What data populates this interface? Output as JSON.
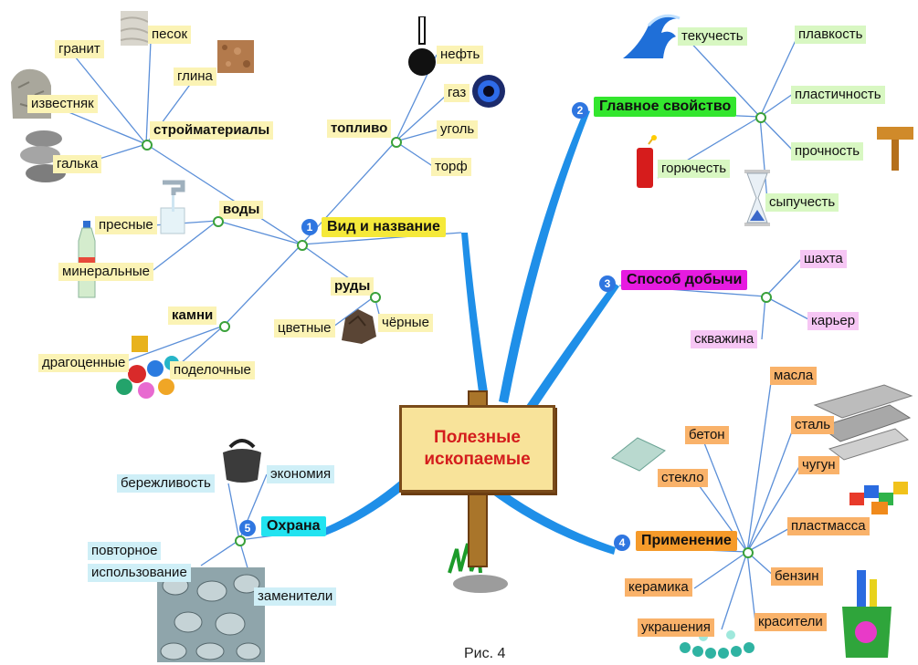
{
  "center": {
    "line1": "Полезные",
    "line2": "ископаемые"
  },
  "caption": "Рис. 4",
  "branches": {
    "b1": {
      "num": "1",
      "title": "Вид и название",
      "color": "#f5e93a"
    },
    "b2": {
      "num": "2",
      "title": "Главное свойство",
      "color": "#33e62e"
    },
    "b3": {
      "num": "3",
      "title": "Способ добычи",
      "color": "#e61be0"
    },
    "b4": {
      "num": "4",
      "title": "Применение",
      "color": "#f59a2a"
    },
    "b5": {
      "num": "5",
      "title": "Охрана",
      "color": "#22e3f0"
    }
  },
  "vid": {
    "stroy": {
      "title": "стройматериалы",
      "items": [
        "гранит",
        "песок",
        "глина",
        "известняк",
        "галька"
      ]
    },
    "toplivo": {
      "title": "топливо",
      "items": [
        "нефть",
        "газ",
        "уголь",
        "торф"
      ]
    },
    "vody": {
      "title": "воды",
      "items": [
        "пресные",
        "минеральные"
      ]
    },
    "rudy": {
      "title": "руды",
      "items": [
        "цветные",
        "чёрные"
      ]
    },
    "kamni": {
      "title": "камни",
      "items": [
        "драгоценные",
        "поделочные"
      ]
    }
  },
  "svoistvo": [
    "текучесть",
    "плавкость",
    "пластичность",
    "прочность",
    "горючесть",
    "сыпучесть"
  ],
  "dobycha": [
    "шахта",
    "карьер",
    "скважина"
  ],
  "primenenie": [
    "масла",
    "бетон",
    "сталь",
    "стекло",
    "чугун",
    "пластмасса",
    "бензин",
    "керамика",
    "красители",
    "украшения"
  ],
  "ohrana": [
    "бережливость",
    "экономия",
    "повторное",
    "использование",
    "заменители"
  ],
  "icons": [
    "granite-rock-icon",
    "sand-icon",
    "clay-icon",
    "limestone-icon",
    "pebbles-icon",
    "oil-flask-icon",
    "gas-burner-icon",
    "faucet-icon",
    "water-bottle-icon",
    "ore-icon",
    "gems-icon",
    "wave-icon",
    "dynamite-icon",
    "hourglass-icon",
    "hammer-icon",
    "glass-pane-icon",
    "steel-beams-icon",
    "plastic-blocks-icon",
    "paint-bucket-icon",
    "bead-necklace-icon",
    "purse-icon",
    "recycled-glass-icon",
    "grass-tuft-icon"
  ]
}
